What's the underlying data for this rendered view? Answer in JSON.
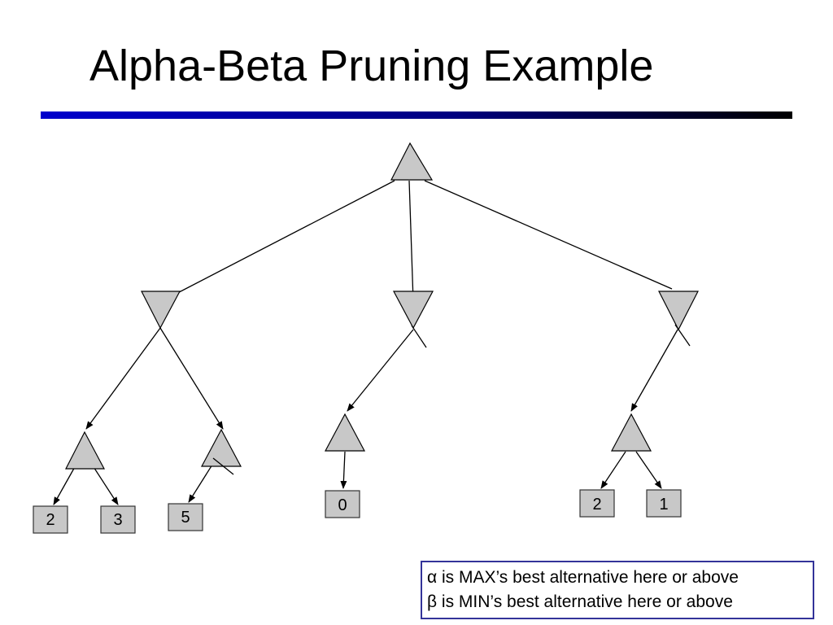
{
  "slide": {
    "title": "Alpha-Beta Pruning Example"
  },
  "colors": {
    "node_fill": "#c8c8c8",
    "edge": "#000000",
    "rule_start": "#0000cc",
    "rule_end": "#000000",
    "legend_border": "#333399"
  },
  "tree": {
    "root": {
      "type": "max"
    },
    "min_nodes": [
      {
        "id": "min-left",
        "pruned": false
      },
      {
        "id": "min-middle",
        "pruned": true
      },
      {
        "id": "min-right",
        "pruned": true
      }
    ],
    "leaves": [
      "2",
      "3",
      "5",
      "0",
      "2",
      "1"
    ]
  },
  "legend": {
    "line1": "α is MAX’s best alternative here or above",
    "line2": "β is MIN’s best alternative here or above"
  }
}
